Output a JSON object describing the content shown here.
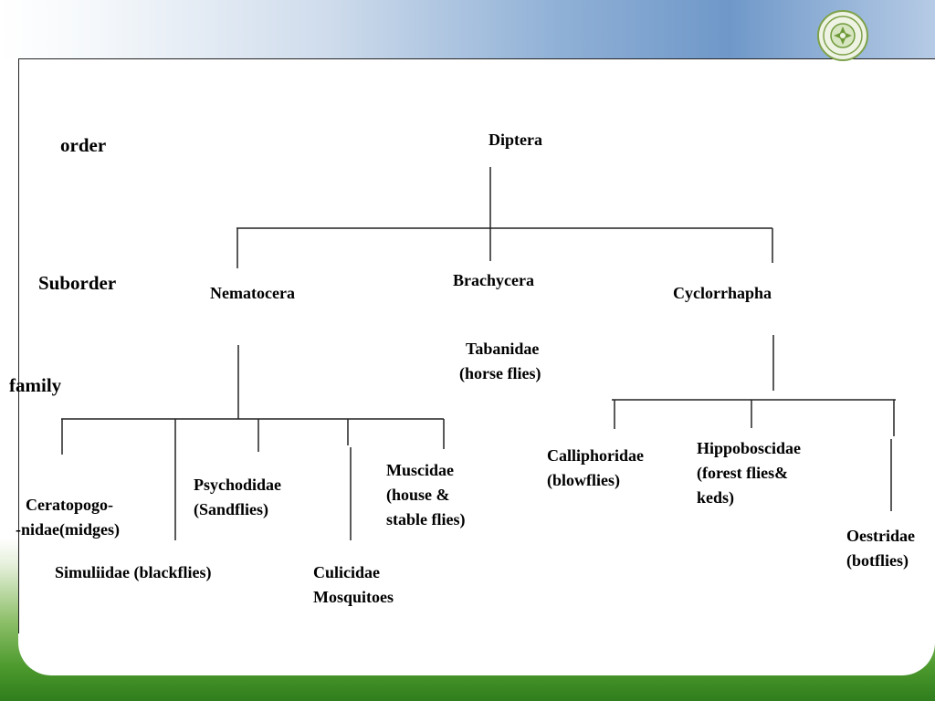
{
  "ranks": {
    "order": "order",
    "suborder": "Suborder",
    "family": "family"
  },
  "order": {
    "label": "Diptera"
  },
  "suborders": {
    "nematocera": "Nematocera",
    "brachycera": "Brachycera",
    "cyclorrhapha": "Cyclorrhapha"
  },
  "families": {
    "tabanidae": [
      "Tabanidae",
      "(horse flies)"
    ],
    "ceratopogonidae": [
      "Ceratopogo-",
      "-nidae(midges)"
    ],
    "psychodidae": [
      "Psychodidae",
      "(Sandflies)"
    ],
    "muscidae": [
      "Muscidae",
      "(house &",
      "stable flies)"
    ],
    "simuliidae": "Simuliidae (blackflies)",
    "culicidae": [
      "Culicidae",
      "Mosquitoes"
    ],
    "calliphoridae": [
      "Calliphoridae",
      "(blowflies)"
    ],
    "hippoboscidae": [
      "Hippoboscidae",
      "(forest flies&",
      "keds)"
    ],
    "oestridae": [
      "Oestridae",
      "(botflies)"
    ]
  },
  "colors": {
    "connector": "#222222",
    "top_band": "#7ea4d0",
    "bottom_band": "#3f8d26",
    "logo": "#6f9a3a"
  },
  "icons": {
    "logo": "university-seal-icon"
  }
}
